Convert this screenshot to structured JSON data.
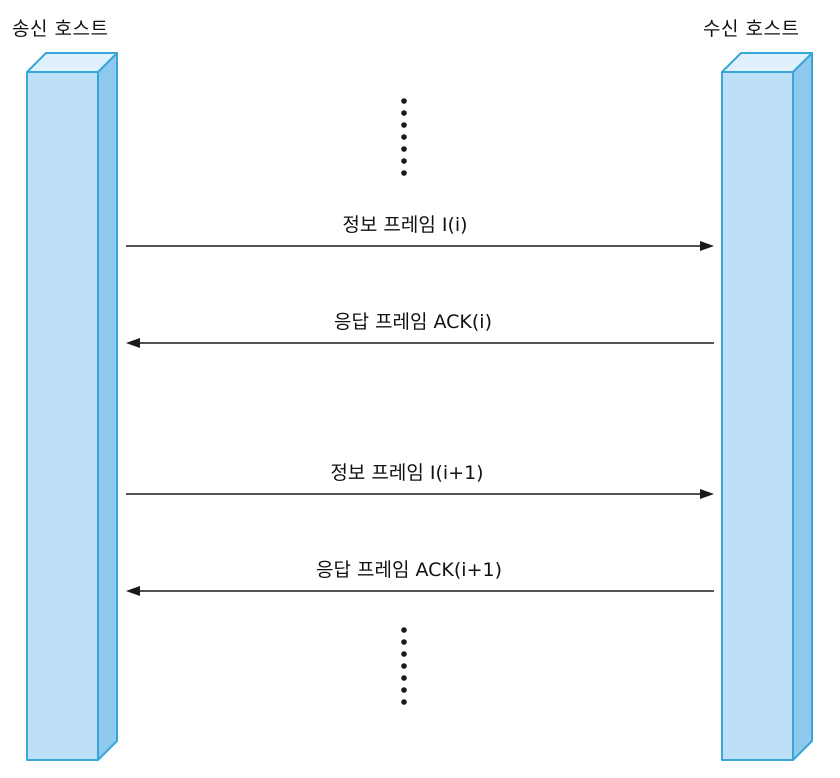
{
  "hosts": {
    "sender": "송신 호스트",
    "receiver": "수신 호스트"
  },
  "messages": [
    {
      "label": "정보 프레임 I(i)",
      "direction": "to-receiver"
    },
    {
      "label": "응답 프레임 ACK(i)",
      "direction": "to-sender"
    },
    {
      "label": "정보 프레임 I(i+1)",
      "direction": "to-receiver"
    },
    {
      "label": "응답 프레임 ACK(i+1)",
      "direction": "to-sender"
    }
  ],
  "colors": {
    "bar_front": "#bde0f7",
    "bar_side": "#8ec8ee",
    "bar_top": "#dff1fc",
    "bar_outline": "#3aa6d8",
    "line": "#1a1a1a"
  }
}
